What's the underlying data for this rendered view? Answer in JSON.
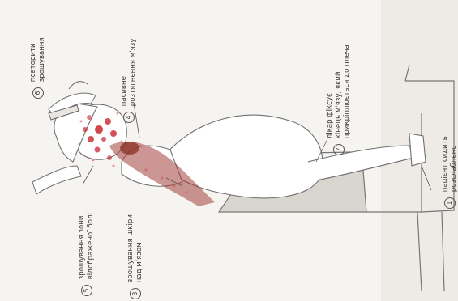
{
  "steps": [
    {
      "num": "1",
      "lines": [
        "пацієнт сидить",
        "розслаблено"
      ]
    },
    {
      "num": "2",
      "lines": [
        "лікар фіксує",
        "кінець м'язу, який",
        "прикріплюється до плеча"
      ]
    },
    {
      "num": "3",
      "lines": [
        "зрошування шкіри",
        "над м'язом"
      ]
    },
    {
      "num": "4",
      "lines": [
        "пасивне",
        "розтягнення м'язу"
      ]
    },
    {
      "num": "5",
      "lines": [
        "зрошування зони",
        "відображеної болі"
      ]
    },
    {
      "num": "6",
      "lines": [
        "повторити",
        "зрошування"
      ]
    }
  ],
  "colors": {
    "pain_zone": "#c8272f",
    "muscle": "#a0403a",
    "line_art": "#6d6d6d",
    "background": "#f6f4f1"
  }
}
